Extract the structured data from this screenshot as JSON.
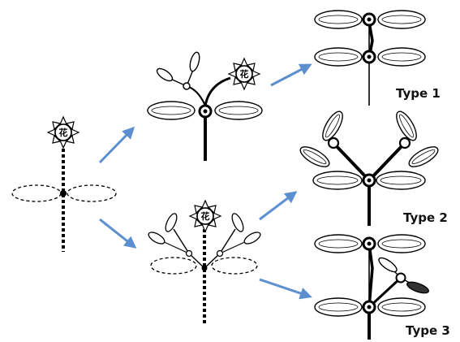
{
  "labels": {
    "type1": "Type 1",
    "type2": "Type 2",
    "type3": "Type 3"
  },
  "flower_glyph": "花",
  "colors": {
    "stroke": "#000000",
    "arrow": "#5b8fcf",
    "background": "#ffffff"
  }
}
